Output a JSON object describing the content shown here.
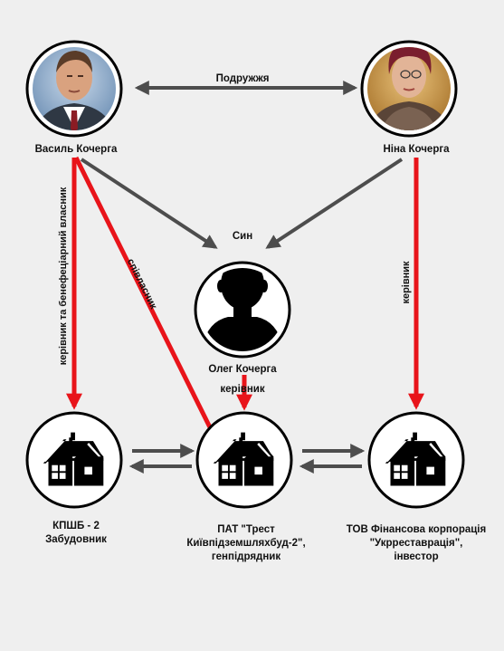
{
  "labels": {
    "spouses": "Подружжя",
    "son": "Син",
    "vasyl_role_kpshb": "керівник та бенефеціарний власник",
    "vasyl_role_pat": "співласник",
    "nina_role_tov": "керівник",
    "oleh_role_pat": "керівник"
  },
  "people": {
    "vasyl": {
      "name": "Василь Кочерга"
    },
    "nina": {
      "name": "Ніна Кочерга"
    },
    "oleh": {
      "name": "Олег Кочерга"
    }
  },
  "companies": {
    "kpshb": {
      "line1": "КПШБ - 2",
      "line2": "Забудовник"
    },
    "pat": {
      "line1": "ПАТ \"Трест",
      "line2": "Київпідземшляхбуд-2\",",
      "line3": "генпідрядник"
    },
    "tov": {
      "line1": "ТОВ Фінансова корпорація",
      "line2": "\"Укрреставрація\",",
      "line3": "інвестор"
    }
  },
  "colors": {
    "ownership_arrow": "#e8141a",
    "relation_arrow": "#4d4d4d",
    "background": "#efefef"
  }
}
